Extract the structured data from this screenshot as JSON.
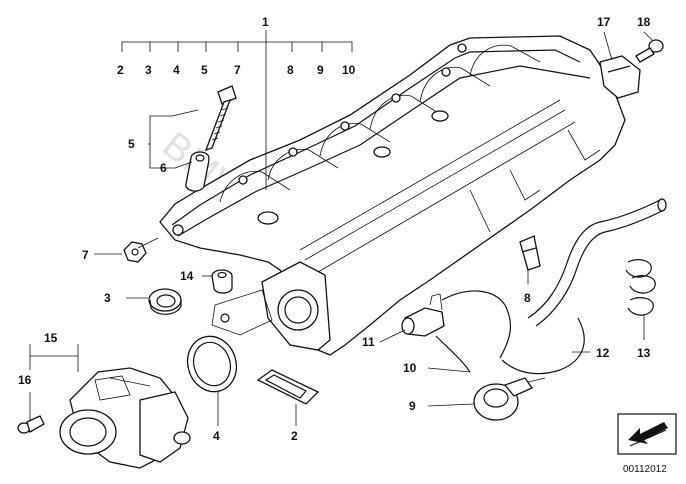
{
  "diagram": {
    "watermark": "BMWstore.pl",
    "reference_code": "00112012",
    "callouts": {
      "c1": "1",
      "c2a": "2",
      "c3a": "3",
      "c4a": "4",
      "c5a": "5",
      "c7a": "7",
      "c8a": "8",
      "c9a": "9",
      "c10a": "10",
      "c5b": "5",
      "c6": "6",
      "c7b": "7",
      "c14": "14",
      "c3b": "3",
      "c15": "15",
      "c16": "16",
      "c4b": "4",
      "c2b": "2",
      "c11": "11",
      "c10b": "10",
      "c9b": "9",
      "c8b": "8",
      "c12": "12",
      "c13": "13",
      "c17": "17",
      "c18": "18"
    },
    "icons": {
      "corner": "direction-arrow-icon"
    }
  }
}
